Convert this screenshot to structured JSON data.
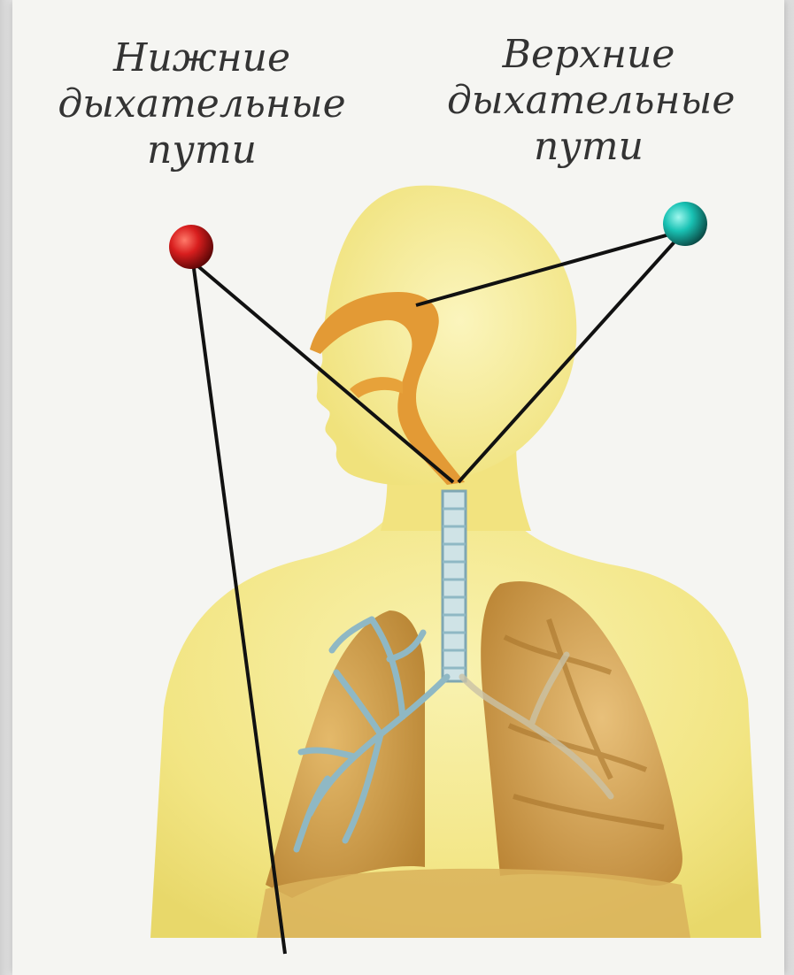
{
  "labels": {
    "lower_airways": {
      "line1": "Нижние",
      "line2": "дыхательные",
      "line3": "пути",
      "marker_color": "#d81e1e"
    },
    "upper_airways": {
      "line1": "Верхние",
      "line2": "дыхательные",
      "line3": "пути",
      "marker_color": "#19c2b4"
    }
  },
  "colors": {
    "body": "#f4ea8c",
    "airway_cavity": "#e7a23a",
    "lung": "#d7a24b",
    "bronchi": "#8fb8c4",
    "leader_line": "#111111"
  }
}
